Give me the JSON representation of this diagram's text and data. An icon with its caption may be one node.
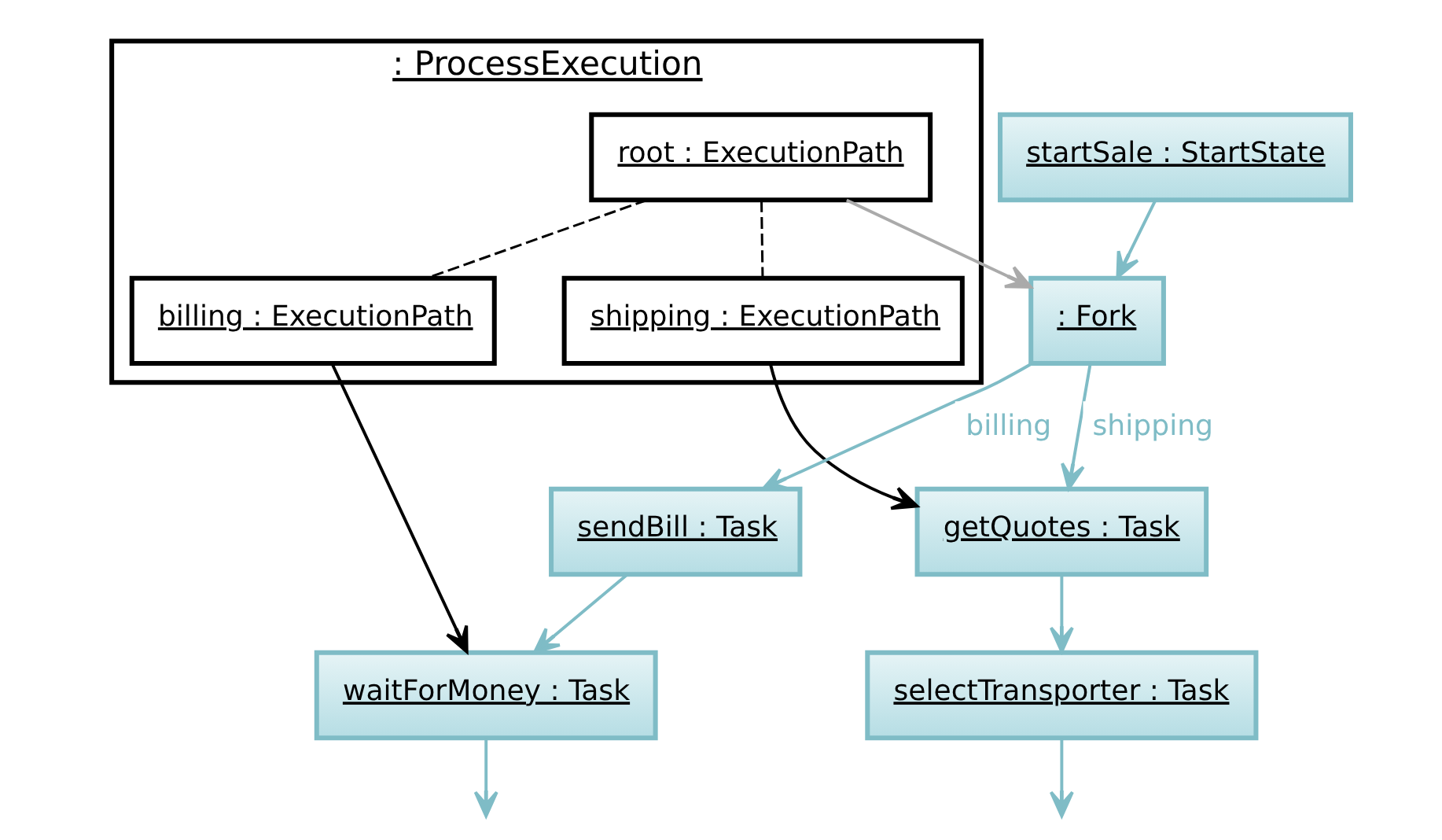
{
  "diagram": {
    "nodes": [
      {
        "text": [
          ": ProcessExecution"
        ]
      },
      {
        "text": [
          "root : ExecutionPath"
        ],
        "in": 0
      },
      {
        "text": [
          "billing : ExecutionPath"
        ],
        "in": 0
      },
      {
        "text": [
          "shipping : ExecutionPath"
        ],
        "in": 0
      },
      {
        "text": [
          "startSale : StartState"
        ]
      },
      {
        "text": [
          ": Fork"
        ]
      },
      {
        "text": [
          "sendBill : Task"
        ]
      },
      {
        "text": [
          "getQuotes : Task"
        ]
      },
      {
        "text": [
          "waitForMoney : Task"
        ]
      },
      {
        "text": [
          "selectTransporter : Task"
        ]
      }
    ],
    "edges": [
      {
        "from": 1,
        "to": 2,
        "arrow": "none",
        "style": "dashed",
        "color": "#000000"
      },
      {
        "from": 1,
        "to": 3,
        "arrow": "none",
        "style": "dashed",
        "color": "#000000"
      },
      {
        "from": 1,
        "to": 5,
        "arrow": "to",
        "color": "#aaaaaa"
      },
      {
        "from": 4,
        "to": 5,
        "arrow": "to"
      },
      {
        "from": 5,
        "to": 6,
        "arrow": "to",
        "label": "billing"
      },
      {
        "from": 5,
        "to": 7,
        "arrow": "to",
        "label": "shipping"
      },
      {
        "from": 3,
        "to": 7,
        "arrow": "to",
        "color": "#000000"
      },
      {
        "from": 6,
        "to": 8,
        "arrow": "to"
      },
      {
        "from": 7,
        "to": 9,
        "arrow": "to"
      },
      {
        "from": 2,
        "to": 8,
        "arrow": "to",
        "color": "#000000"
      },
      {
        "from": 8,
        "to": null,
        "arrow": "to"
      },
      {
        "from": 9,
        "to": null,
        "arrow": "to"
      }
    ]
  }
}
